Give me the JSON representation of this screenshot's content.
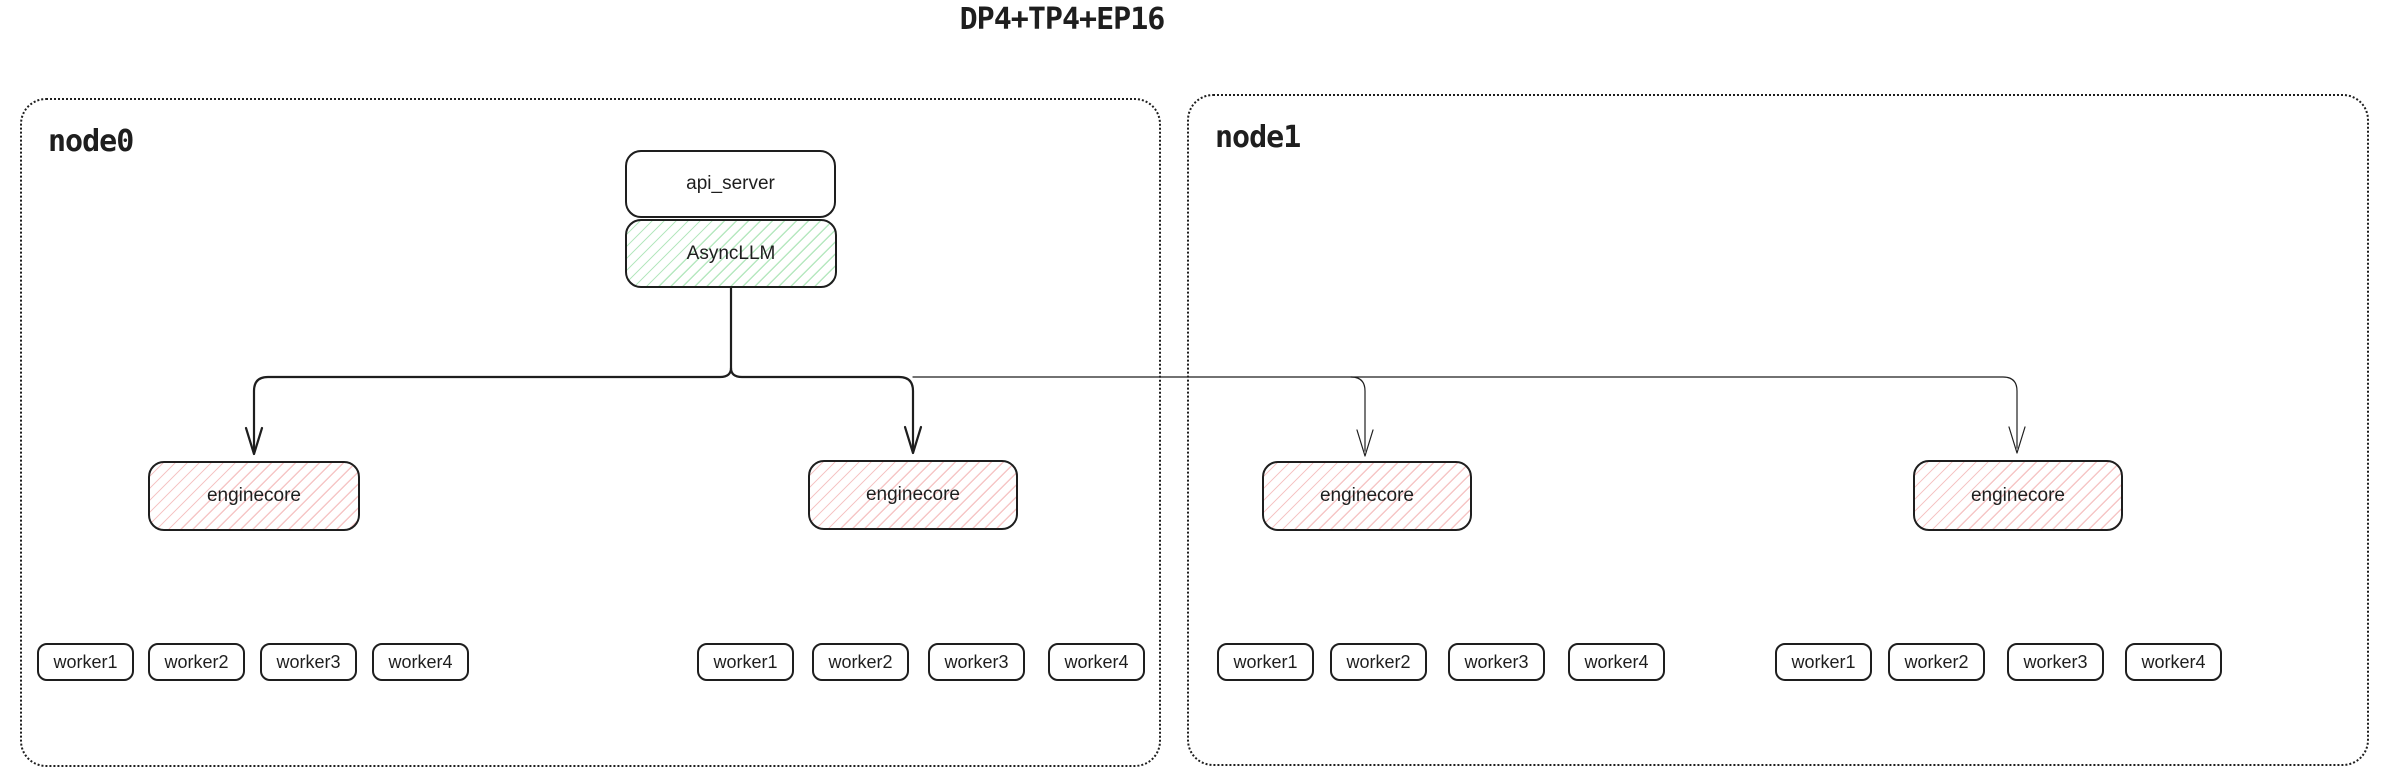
{
  "title": "DP4+TP4+EP16",
  "colors": {
    "ink": "#1e1e1e",
    "background": "#ffffff",
    "green_hatch_line": "#a9e0ae",
    "red_hatch_line": "#f3bdbd"
  },
  "node0": {
    "label": "node0",
    "api_server": {
      "label": "api_server"
    },
    "async_llm": {
      "label": "AsyncLLM"
    }
  },
  "node1": {
    "label": "node1"
  },
  "enginecores": [
    {
      "label": "enginecore"
    },
    {
      "label": "enginecore"
    },
    {
      "label": "enginecore"
    },
    {
      "label": "enginecore"
    }
  ],
  "workers": {
    "groups": [
      {
        "items": [
          "worker1",
          "worker2",
          "worker3",
          "worker4"
        ]
      },
      {
        "items": [
          "worker1",
          "worker2",
          "worker3",
          "worker4"
        ]
      },
      {
        "items": [
          "worker1",
          "worker2",
          "worker3",
          "worker4"
        ]
      },
      {
        "items": [
          "worker1",
          "worker2",
          "worker3",
          "worker4"
        ]
      }
    ]
  }
}
